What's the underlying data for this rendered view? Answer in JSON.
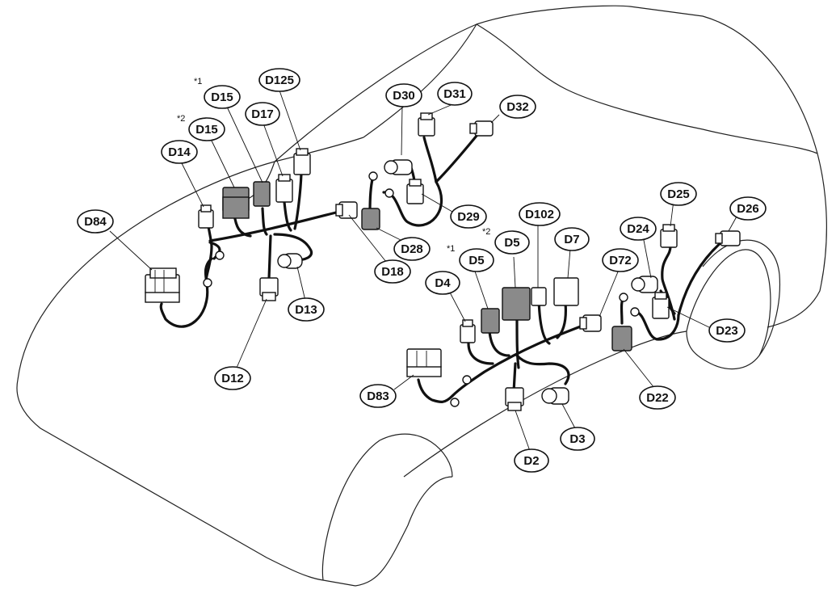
{
  "labels": {
    "D125": "D125",
    "D15_1": "D15",
    "D15_2": "D15",
    "D17": "D17",
    "D14": "D14",
    "D84": "D84",
    "D30": "D30",
    "D31": "D31",
    "D32": "D32",
    "D29": "D29",
    "D28": "D28",
    "D18": "D18",
    "D13": "D13",
    "D12": "D12",
    "D102": "D102",
    "D25": "D25",
    "D26": "D26",
    "D24": "D24",
    "D5_1": "D5",
    "D5_2": "D5",
    "D7": "D7",
    "D72": "D72",
    "D4": "D4",
    "D23": "D23",
    "D22": "D22",
    "D83": "D83",
    "D3": "D3",
    "D2": "D2"
  },
  "notes": {
    "n1_d15": "*1",
    "n2_d15": "*2",
    "n1_d5": "*1",
    "n2_d5": "*2"
  }
}
